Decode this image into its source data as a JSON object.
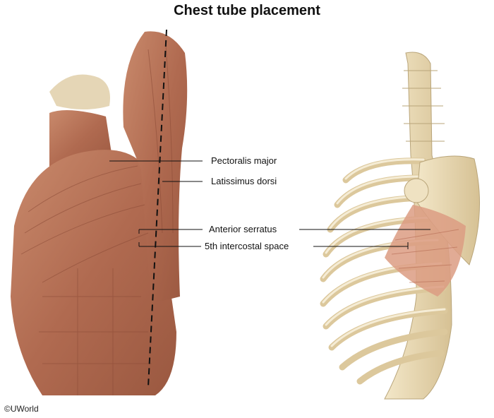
{
  "title": "Chest tube placement",
  "labels": {
    "pectoralis": "Pectoralis major",
    "latissimus": "Latissimus dorsi",
    "serratus": "Anterior serratus",
    "intercostal": "5th intercostal space"
  },
  "copyright": "©UWorld",
  "colors": {
    "muscle": "#b8745a",
    "muscle_dark": "#8a4a36",
    "bone": "#ead9b4",
    "bone_shadow": "#c9b68c",
    "serratus": "#e0a48c",
    "background": "#ffffff"
  }
}
